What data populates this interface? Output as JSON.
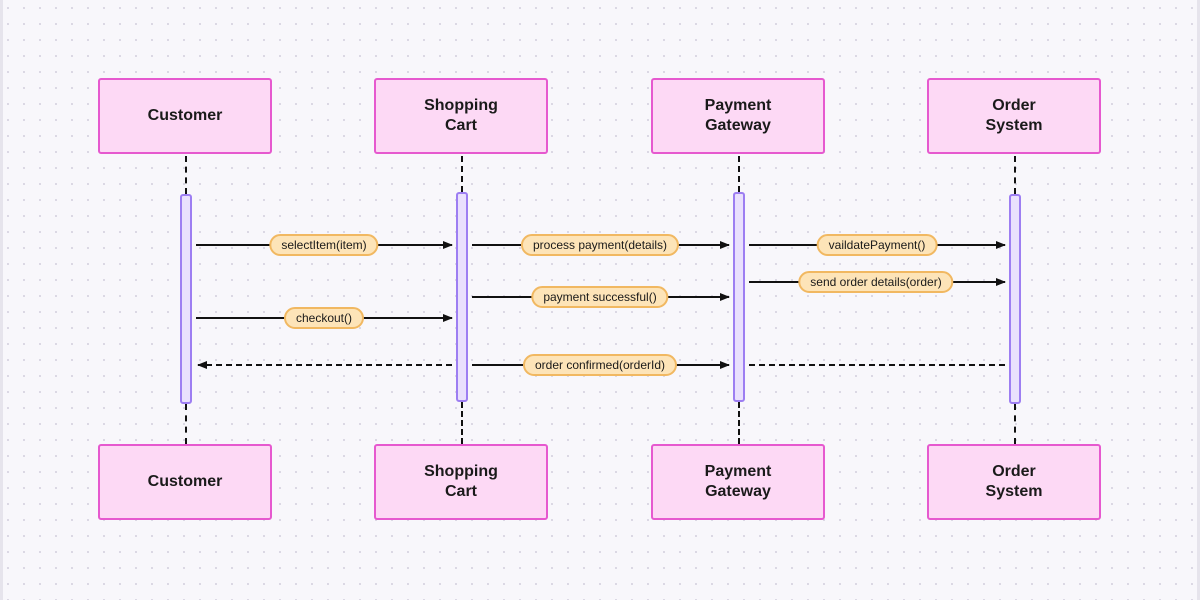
{
  "actors": {
    "customer": "Customer",
    "cart": "Shopping\nCart",
    "gateway": "Payment\nGateway",
    "order": "Order\nSystem"
  },
  "messages": {
    "m1": "selectItem(item)",
    "m2": "process payment(details)",
    "m3": "vaildatePayment()",
    "m4": "send order details(order)",
    "m5": "payment successful()",
    "m6": "checkout()",
    "m7": "order confirmed(orderId)"
  },
  "colors": {
    "actor_fill": "#fdd9f5",
    "actor_border": "#e659cf",
    "activation_fill": "#e9e0fd",
    "activation_border": "#9d7ef2",
    "label_fill": "#fde4b8",
    "label_border": "#f1b861"
  }
}
